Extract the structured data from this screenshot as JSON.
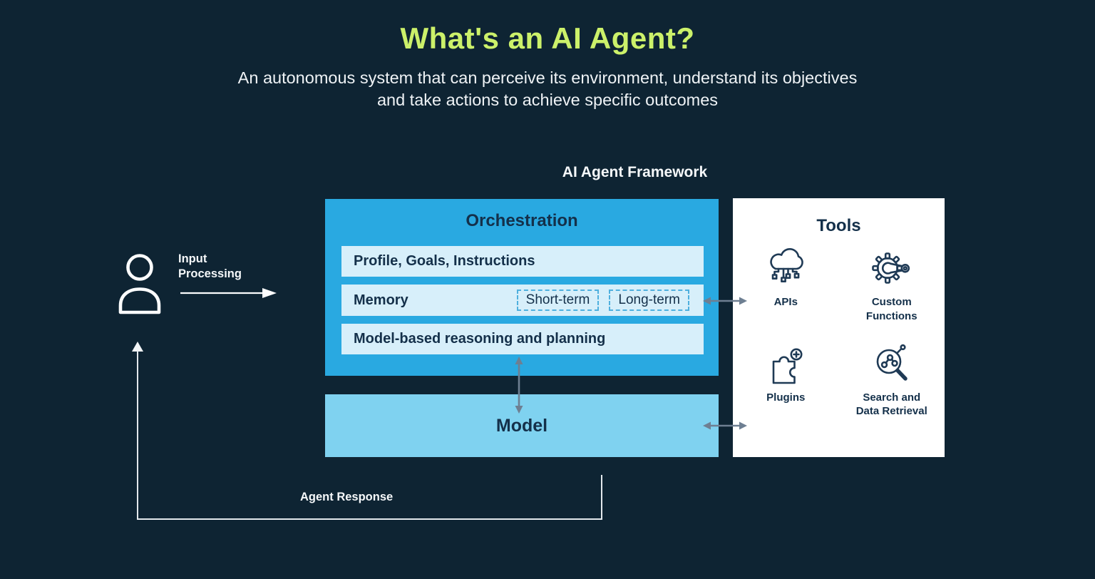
{
  "colors": {
    "background": "#0E2433",
    "title_green": "#CCF16A",
    "orchestration_blue": "#29A9E1",
    "model_blue": "#7FD2F0",
    "row_light_blue": "#D7EFFA",
    "tools_white": "#FFFFFF",
    "dark_navy_text": "#14304A",
    "arrow_gray": "#6E7F92",
    "flow_line_white": "#E3E8EC"
  },
  "header": {
    "title": "What's an AI Agent?",
    "subtitle": "An autonomous system that can perceive its environment, understand its objectives and take actions to achieve specific outcomes"
  },
  "framework": {
    "label": "AI Agent Framework",
    "orchestration": {
      "title": "Orchestration",
      "rows": [
        {
          "label": "Profile, Goals, Instructions"
        },
        {
          "label": "Memory",
          "chips": [
            {
              "label": "Short-term"
            },
            {
              "label": "Long-term"
            }
          ]
        },
        {
          "label": "Model-based reasoning and planning"
        }
      ]
    },
    "model": {
      "label": "Model"
    },
    "tools": {
      "title": "Tools",
      "items": [
        {
          "label": "APIs",
          "icon": "cloud-circuit-icon"
        },
        {
          "label": "Custom Functions",
          "icon": "gear-wrench-icon"
        },
        {
          "label": "Plugins",
          "icon": "puzzle-plus-icon"
        },
        {
          "label": "Search and Data Retrieval",
          "icon": "magnifier-network-icon"
        }
      ]
    }
  },
  "flow": {
    "input_label": "Input Processing",
    "response_label": "Agent Response",
    "user_icon": "person-icon"
  }
}
